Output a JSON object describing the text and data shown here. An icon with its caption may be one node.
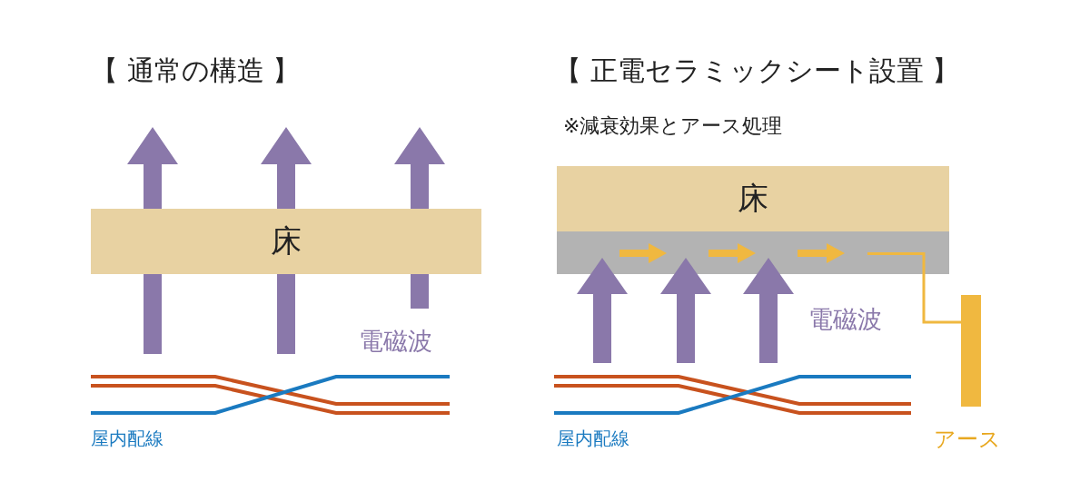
{
  "diagram": {
    "nodes": [
      {
        "text": [
          "床"
        ]
      },
      {
        "text": [
          "床"
        ]
      },
      {
        "text": [],
        "shape": "bar"
      },
      {
        "text": [],
        "shape": "bar",
        "beside": [
          "アース"
        ]
      }
    ],
    "edges": [
      {
        "from": 2,
        "to": 3,
        "arrow": "none",
        "color": "#f0b840"
      }
    ],
    "labels": [
      "【 通常の構造 】",
      "【 正電セラミックシート設置 】",
      "※減衰効果とアース処理",
      "電磁波",
      "屋内配線",
      "電磁波",
      "屋内配線"
    ]
  }
}
